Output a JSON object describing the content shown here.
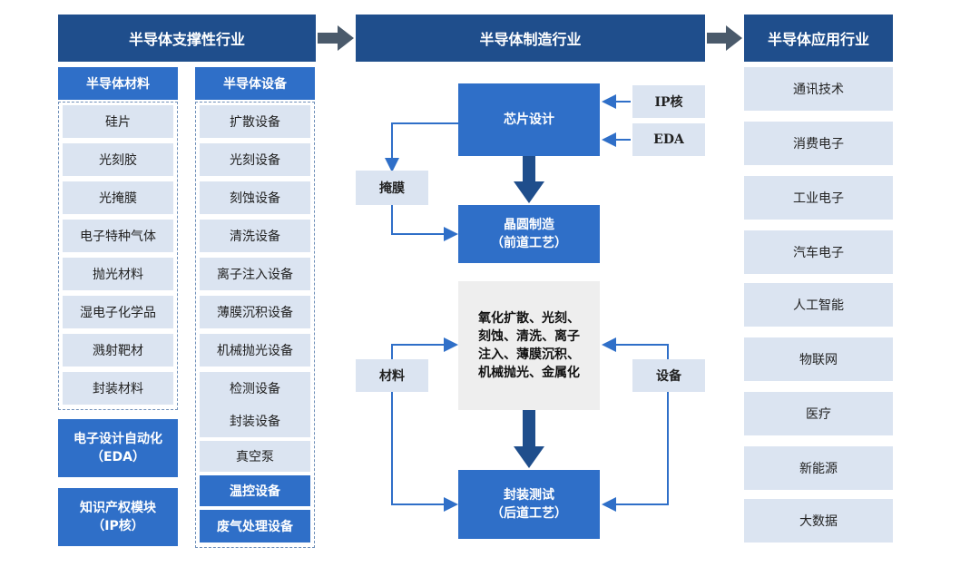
{
  "headers": {
    "support": "半导体支撑性行业",
    "manufacturing": "半导体制造行业",
    "application": "半导体应用行业"
  },
  "materials": {
    "title": "半导体材料",
    "items": [
      "硅片",
      "光刻胶",
      "光掩膜",
      "电子特种气体",
      "抛光材料",
      "湿电子化学品",
      "溅射靶材",
      "封装材料"
    ]
  },
  "equipment": {
    "title": "半导体设备",
    "items": [
      "扩散设备",
      "光刻设备",
      "刻蚀设备",
      "清洗设备",
      "离子注入设备",
      "薄膜沉积设备",
      "机械抛光设备",
      "检测设备",
      "封装设备",
      "真空泵"
    ],
    "highlighted": [
      "温控设备",
      "废气处理设备"
    ]
  },
  "eda_module": {
    "line1": "电子设计自动化",
    "line2": "（EDA）"
  },
  "ip_module": {
    "line1": "知识产权模块",
    "line2": "（IP核）"
  },
  "flow": {
    "chip_design": "芯片设计",
    "ip_core": "IP核",
    "eda": "EDA",
    "mask": "掩膜",
    "wafer_line1": "晶圆制造",
    "wafer_line2": "（前道工艺）",
    "process_lines": [
      "氧化扩散、光刻、",
      "刻蚀、清洗、离子",
      "注入、薄膜沉积、",
      "机械抛光、金属化"
    ],
    "materials": "材料",
    "equipment": "设备",
    "package_line1": "封装测试",
    "package_line2": "（后道工艺）"
  },
  "applications": [
    "通讯技术",
    "消费电子",
    "工业电子",
    "汽车电子",
    "人工智能",
    "物联网",
    "医疗",
    "新能源",
    "大数据"
  ]
}
